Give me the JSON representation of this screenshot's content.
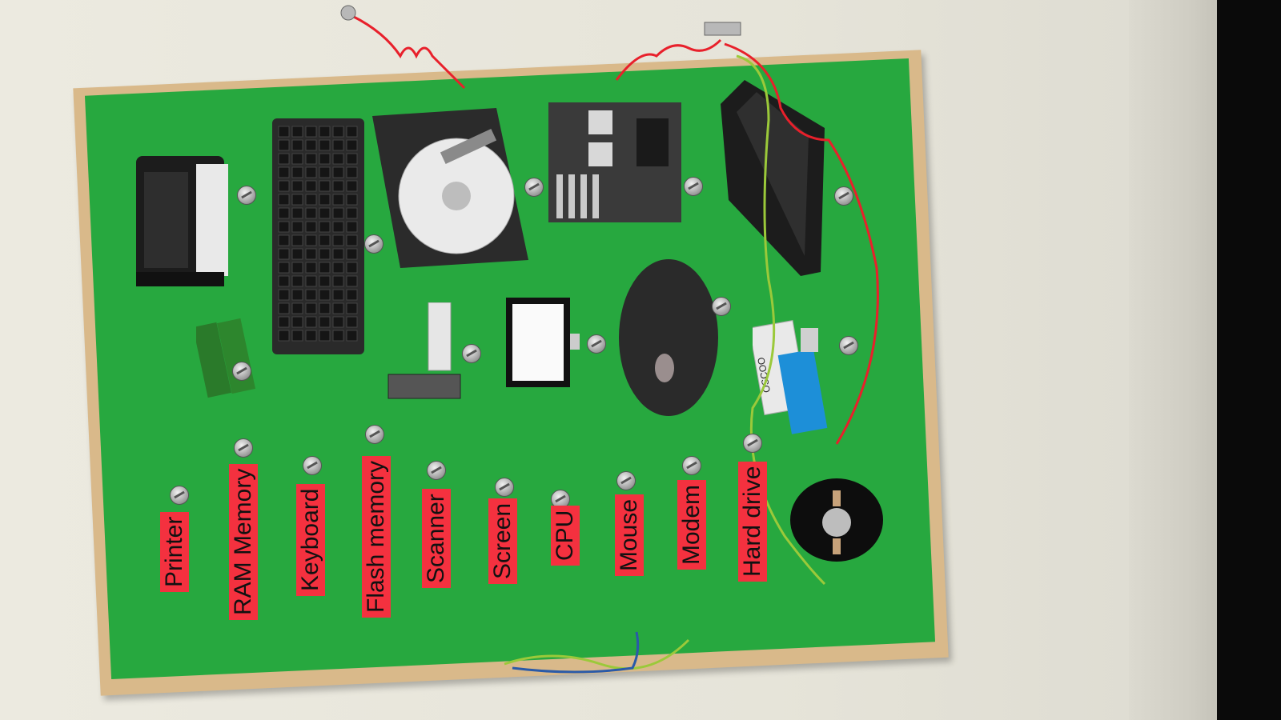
{
  "labels": {
    "printer": "Printer",
    "ram_memory": "RAM Memory",
    "keyboard": "Keyboard",
    "flash_memory": "Flash memory",
    "scanner": "Scanner",
    "screen": "Screen",
    "cpu": "CPU",
    "mouse": "Mouse",
    "modem": "Modem",
    "hard_drive": "Hard drive"
  },
  "flash_drive_text": "OSCOO",
  "colors": {
    "board_green": "#27a83f",
    "label_red": "#f4313f",
    "wood": "#d9b98a",
    "wire_red": "#e8202b",
    "wire_green": "#9bc93a",
    "wire_blue": "#2a5aa8"
  }
}
